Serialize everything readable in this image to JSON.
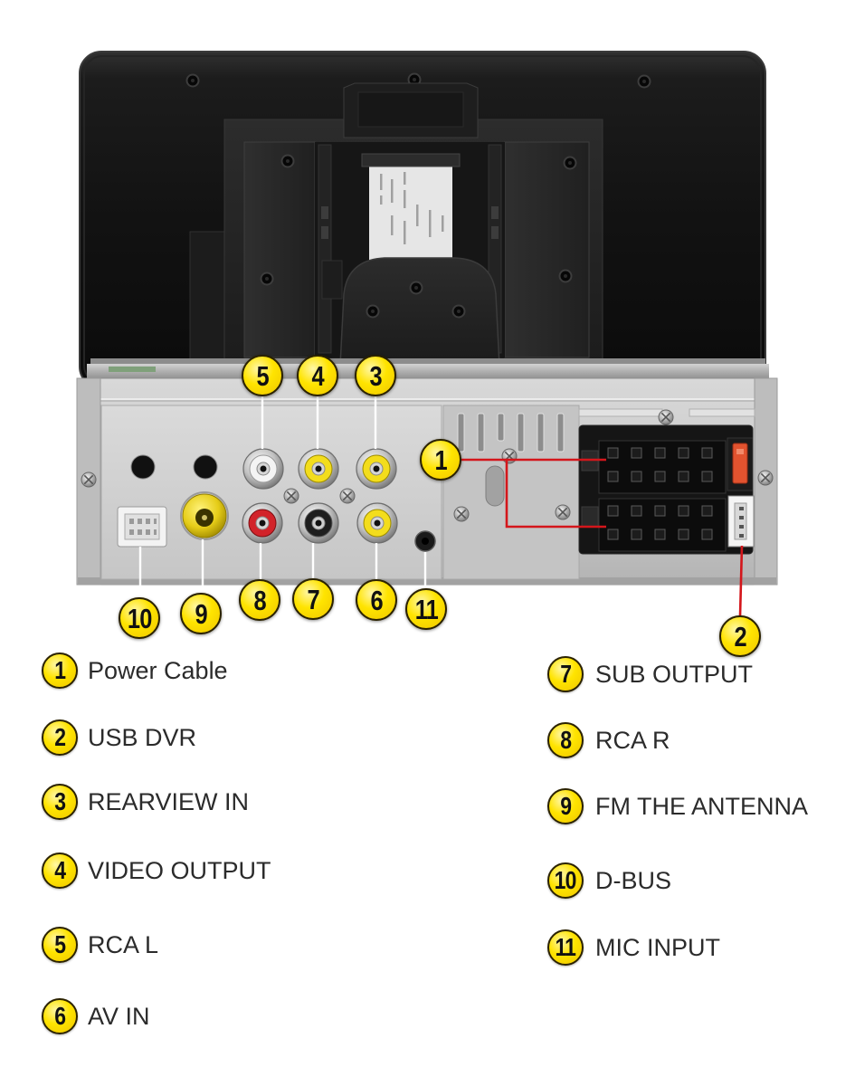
{
  "callouts": {
    "rca_l": "5",
    "video_output": "4",
    "rearview_in": "3",
    "power_cable": "1",
    "usb_dvr": "2",
    "d_bus": "10",
    "fm_antenna": "9",
    "rca_r": "8",
    "sub_output": "7",
    "av_in": "6",
    "mic_input": "11"
  },
  "legend": {
    "left": [
      {
        "num": "1",
        "label": "Power Cable"
      },
      {
        "num": "2",
        "label": "USB DVR"
      },
      {
        "num": "3",
        "label": "REARVIEW IN"
      },
      {
        "num": "4",
        "label": "VIDEO OUTPUT"
      },
      {
        "num": "5",
        "label": "RCA L"
      },
      {
        "num": "6",
        "label": "AV IN"
      }
    ],
    "right": [
      {
        "num": "7",
        "label": "SUB OUTPUT"
      },
      {
        "num": "8",
        "label": "RCA R"
      },
      {
        "num": "9",
        "label": "FM THE ANTENNA"
      },
      {
        "num": "10",
        "label": "D-BUS"
      },
      {
        "num": "11",
        "label": "MIC INPUT"
      }
    ]
  },
  "colors": {
    "badge_fill": "#ffe400",
    "badge_outline": "#2b2200",
    "leader_red": "#d4161b",
    "leader_white": "#ffffff",
    "label_text": "#2b2b2b",
    "jack_white": "#f4f4f4",
    "jack_yellow": "#f3dd1c",
    "jack_red": "#d2232a",
    "jack_black": "#1e1e1e"
  }
}
